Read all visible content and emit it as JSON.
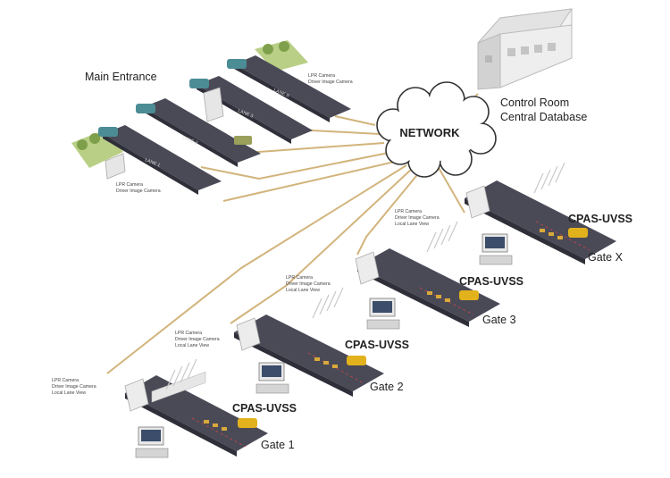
{
  "network_label": "NETWORK",
  "control_room": {
    "line1": "Control Room",
    "line2": "Central Database"
  },
  "main_entrance": {
    "title": "Main Entrance",
    "lanes": [
      "LANE 1",
      "LANE 2",
      "LANE 3",
      "LANE X"
    ],
    "camera_top": [
      "LPR Camera",
      "Driver Image Camera"
    ],
    "camera_bottom": [
      "LPR Camera",
      "Driver Image Camera"
    ]
  },
  "gates": [
    {
      "name": "Gate 1",
      "system": "CPAS-UVSS",
      "camera": [
        "LPR Camera",
        "Driver Image Camera",
        "Local Lane View"
      ]
    },
    {
      "name": "Gate 2",
      "system": "CPAS-UVSS",
      "camera": [
        "LPR Camera",
        "Driver Image Camera",
        "Local Lane View"
      ]
    },
    {
      "name": "Gate 3",
      "system": "CPAS-UVSS",
      "camera": [
        "LPR Camera",
        "Driver Image Camera",
        "Local Lane View"
      ]
    },
    {
      "name": "Gate X",
      "system": "CPAS-UVSS",
      "camera": [
        "LPR Camera",
        "Driver Image Camera",
        "Local Lane View"
      ]
    }
  ],
  "colors": {
    "cable": "#d2b47c",
    "road_top": "#4a4a57",
    "road_side": "#2f2f3a",
    "vehicle_yellow": "#e2b21c",
    "vehicle_teal": "#4c8c95",
    "grass": "#b9cf86",
    "building": "#e6e6e6"
  }
}
